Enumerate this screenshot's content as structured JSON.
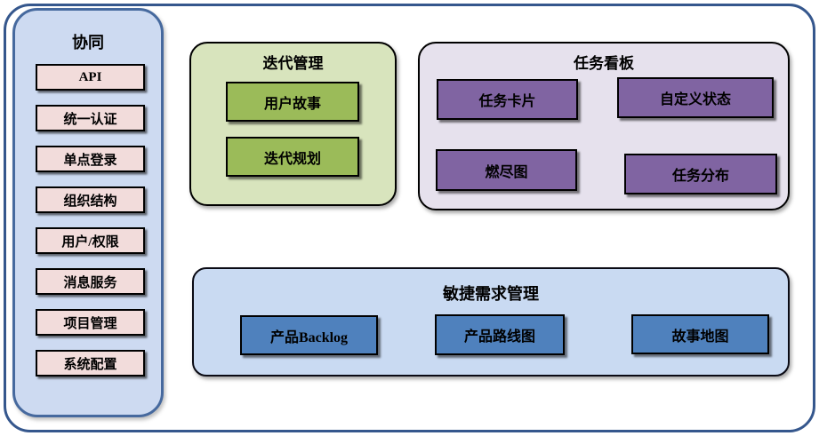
{
  "sidebar": {
    "title": "协同",
    "items": [
      "API",
      "统一认证",
      "单点登录",
      "组织结构",
      "用户/权限",
      "消息服务",
      "项目管理",
      "系统配置"
    ]
  },
  "panels": {
    "iteration": {
      "title": "迭代管理",
      "boxes": [
        "用户故事",
        "迭代规划"
      ]
    },
    "kanban": {
      "title": "任务看板",
      "boxes": [
        "任务卡片",
        "自定义状态",
        "燃尽图",
        "任务分布"
      ]
    },
    "requirements": {
      "title": "敏捷需求管理",
      "boxes": [
        "产品Backlog",
        "产品路线图",
        "故事地图"
      ]
    }
  },
  "colors": {
    "frame_border": "#35578D",
    "sidebar_fill": "#CDDAF1",
    "sidebar_border": "#46699E",
    "sidebar_item_fill": "#F2DCDB",
    "iteration_panel_fill": "#D8E4BD",
    "iteration_box_fill": "#9BBB59",
    "kanban_panel_fill": "#E6E1ED",
    "kanban_box_fill": "#8064A2",
    "requirements_panel_fill": "#C9DAF2",
    "requirements_box_fill": "#4F81BD",
    "box_border": "#000000",
    "text": "#000000"
  }
}
